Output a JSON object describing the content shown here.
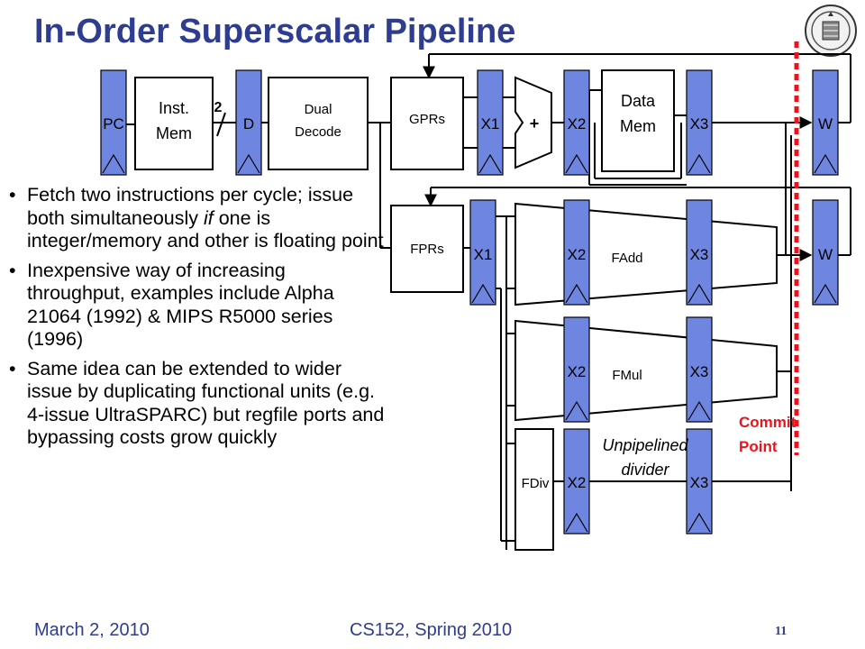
{
  "slide": {
    "title": "In-Order Superscalar Pipeline",
    "footer": {
      "date": "March 2, 2010",
      "course": "CS152, Spring 2010",
      "page": "11"
    },
    "logo": "university-seal"
  },
  "diagram": {
    "stage_labels": {
      "pc": "PC",
      "d": "D",
      "x1_int": "X1",
      "x2_int": "X2",
      "x3_int": "X3",
      "w_int": "W",
      "x1_fp": "X1",
      "x2_fadd": "X2",
      "x3_fadd": "X3",
      "w_fp": "W",
      "x2_fmul": "X2",
      "x3_fmul": "X3",
      "x2_fdiv": "X2",
      "x3_fdiv": "X3"
    },
    "blocks": {
      "inst_mem_line1": "Inst.",
      "inst_mem_line2": "Mem",
      "dual_decode_line1": "Dual",
      "dual_decode_line2": "Decode",
      "gprs": "GPRs",
      "fprs": "FPRs",
      "data_mem_line1": "Data",
      "data_mem_line2": "Mem",
      "adder": "+",
      "fadd": "FAdd",
      "fmul": "FMul",
      "fdiv": "FDiv",
      "fetch_width": "2"
    },
    "annotations": {
      "unpipelined_line1": "Unpipelined",
      "unpipelined_line2": "divider",
      "commit_line1": "Commit",
      "commit_line2": "Point"
    },
    "colors": {
      "pipeline_register": "#6f86e0",
      "commit": "#e8141e",
      "title": "#2e3d8f"
    }
  },
  "bullets": [
    {
      "before": "Fetch two instructions per cycle; issue both simultaneously ",
      "italic": "if",
      "after": " one is integer/memory and other is floating point"
    },
    {
      "before": "Inexpensive way of increasing throughput, examples include Alpha 21064 (1992) & MIPS R5000 series (1996)",
      "italic": "",
      "after": ""
    },
    {
      "before": "Same idea can be extended to wider issue by duplicating functional units (e.g. 4-issue UltraSPARC) but regfile ports and bypassing costs grow quickly",
      "italic": "",
      "after": ""
    }
  ]
}
